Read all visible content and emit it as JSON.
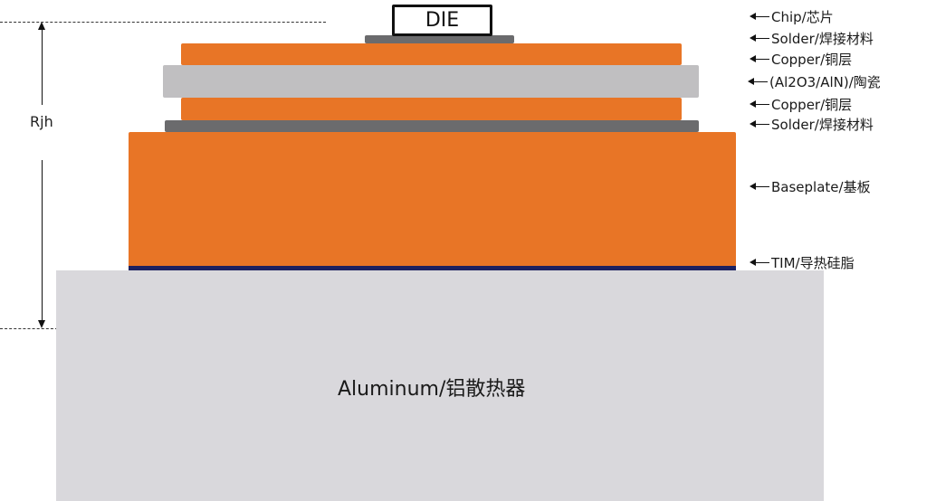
{
  "diagram": {
    "type": "thermal-stack-cross-section",
    "die_label": "DIE",
    "heatsink_label": "Aluminum/铝散热器",
    "resistance_label": "Rjh",
    "colors": {
      "copper": "#e87526",
      "baseplate": "#e87526",
      "ceramic": "#c0bfc1",
      "solder": "#6b6b6d",
      "tim": "#1c2160",
      "aluminum": "#d9d8dc",
      "die_fill": "#ffffff",
      "die_border": "#111111"
    },
    "layers": [
      {
        "name": "Chip/芯片"
      },
      {
        "name": "Solder/焊接材料"
      },
      {
        "name": "Copper/铜层"
      },
      {
        "name": "(Al2O3/AlN)/陶瓷"
      },
      {
        "name": "Copper/铜层"
      },
      {
        "name": "Solder/焊接材料"
      },
      {
        "name": "Baseplate/基板"
      },
      {
        "name": "TIM/导热硅脂"
      }
    ]
  }
}
